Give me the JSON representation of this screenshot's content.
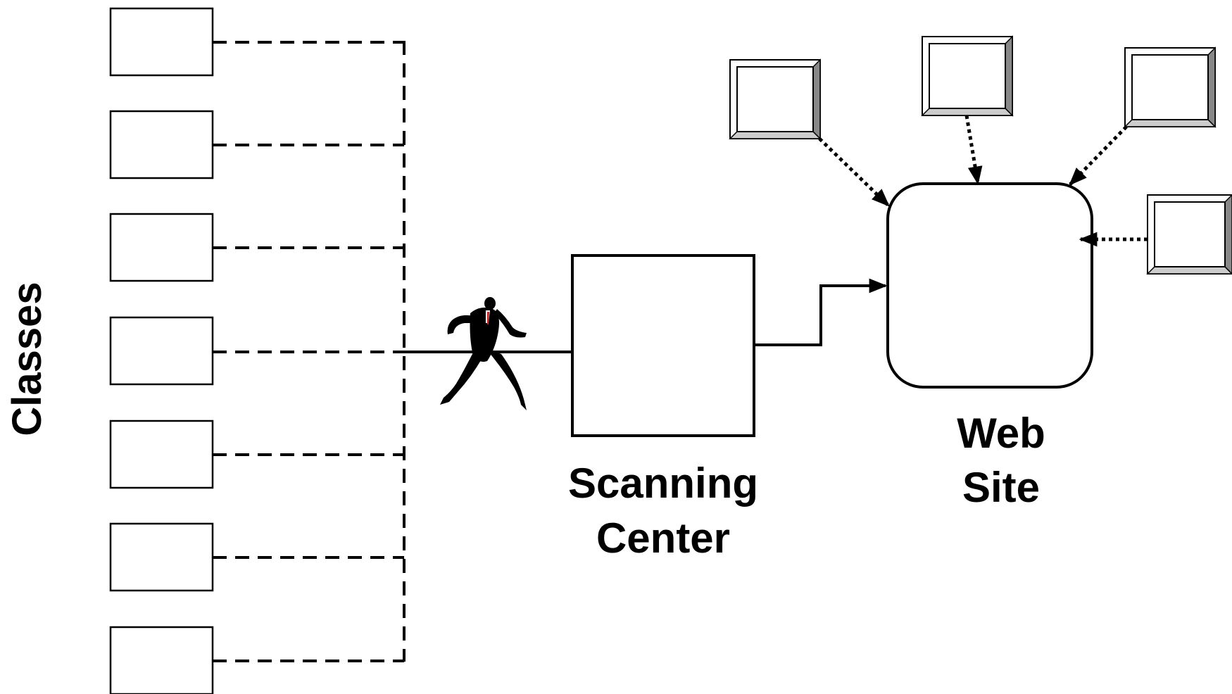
{
  "labels": {
    "classes": "Classes",
    "scanning_line1": "Scanning",
    "scanning_line2": "Center",
    "website_line1": "Web",
    "website_line2": "Site"
  },
  "class_box_count": 7,
  "monitor_count": 4,
  "icons": {
    "courier": "running-businessman-icon",
    "monitor": "computer-monitor-icon"
  },
  "colors": {
    "line": "#000000",
    "box_fill": "#ffffff",
    "monitor_bevel_light": "#cccccc",
    "monitor_bevel_dark": "#888888",
    "tie": "#cc2222"
  }
}
